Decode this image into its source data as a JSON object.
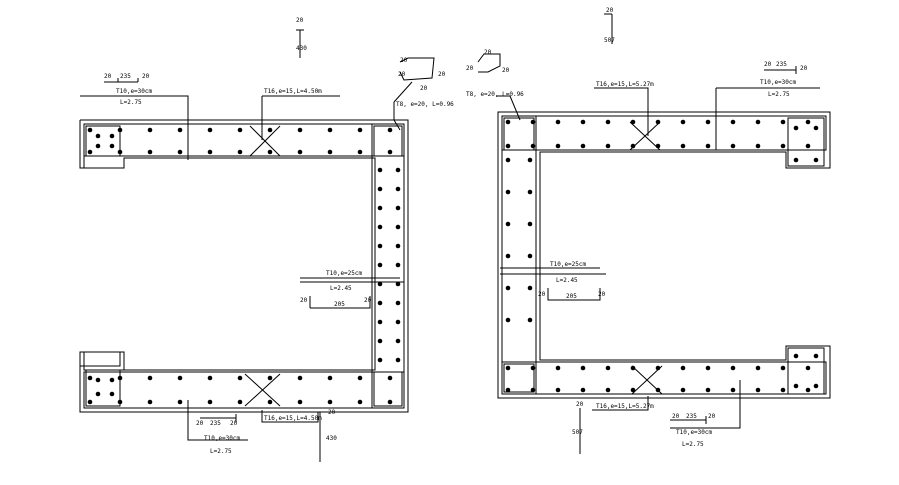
{
  "left_detail": {
    "top_dim": [
      "20",
      "235",
      "20"
    ],
    "top_bar_label": "T10,e=30cm",
    "top_bar_length": "L=2.75",
    "stirrup_label": "T16,e=15,L=4.50m",
    "corner_label": "T8, e=20, L=0.96",
    "hook_dims": [
      "20",
      "20",
      "20",
      "20"
    ],
    "top_tick_a": "20",
    "top_tick_b": "430",
    "mid_bar_label": "T10,e=25cm",
    "mid_bar_length": "L=2.45",
    "mid_dim": [
      "20",
      "205",
      "20"
    ],
    "bot_dim": [
      "20",
      "235",
      "20"
    ],
    "bot_bar_label": "T10,e=30cm",
    "bot_bar_length": "L=2.75",
    "bot_stirrup_label": "T16,e=15,L=4.50m",
    "bot_tick_a": "20",
    "bot_tick_b": "430"
  },
  "right_detail": {
    "top_tick_a": "20",
    "top_tick_b": "507",
    "hook_dims": [
      "20",
      "20",
      "20"
    ],
    "corner_label": "T8, e=20, L=0.96",
    "stirrup_label": "T16,e=15,L=5.27m",
    "top_dim": [
      "20",
      "235",
      "20"
    ],
    "top_bar_label": "T10,e=30cm",
    "top_bar_length": "L=2.75",
    "mid_bar_label": "T10,e=25cm",
    "mid_bar_length": "L=2.45",
    "mid_dim": [
      "20",
      "205",
      "20"
    ],
    "bot_tick_a": "20",
    "bot_tick_b": "507",
    "bot_stirrup_label": "T16,e=15,L=5.27m",
    "bot_dim": [
      "20",
      "235",
      "20"
    ],
    "bot_bar_label": "T10,e=30cm",
    "bot_bar_length": "L=2.75"
  }
}
